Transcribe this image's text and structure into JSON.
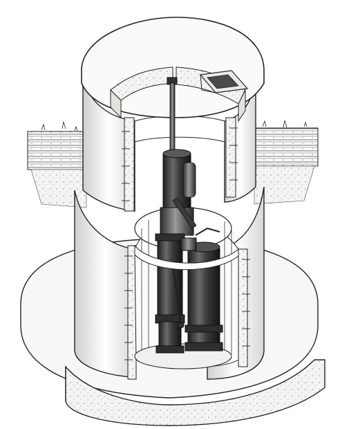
{
  "figure": {
    "subject": "cutaway-pump-station",
    "colors": {
      "ink": "#1a1a1a",
      "concrete": "#f4f4f2",
      "concrete_shade": "#d9d9d6",
      "metal_dark": "#2b2b2b",
      "metal_mid": "#5a5a5a",
      "metal_light": "#8c8c8c",
      "soil": "#e9e9e6",
      "background": "#ffffff"
    },
    "components": [
      "ground-surface",
      "concrete-base-slab",
      "outer-caisson-wall",
      "inner-shaft-wall",
      "dome-cover",
      "access-hatch",
      "drive-shaft",
      "pump-motor",
      "pump-casing",
      "discharge-column",
      "lateral-pipe",
      "rebar-ties"
    ]
  }
}
